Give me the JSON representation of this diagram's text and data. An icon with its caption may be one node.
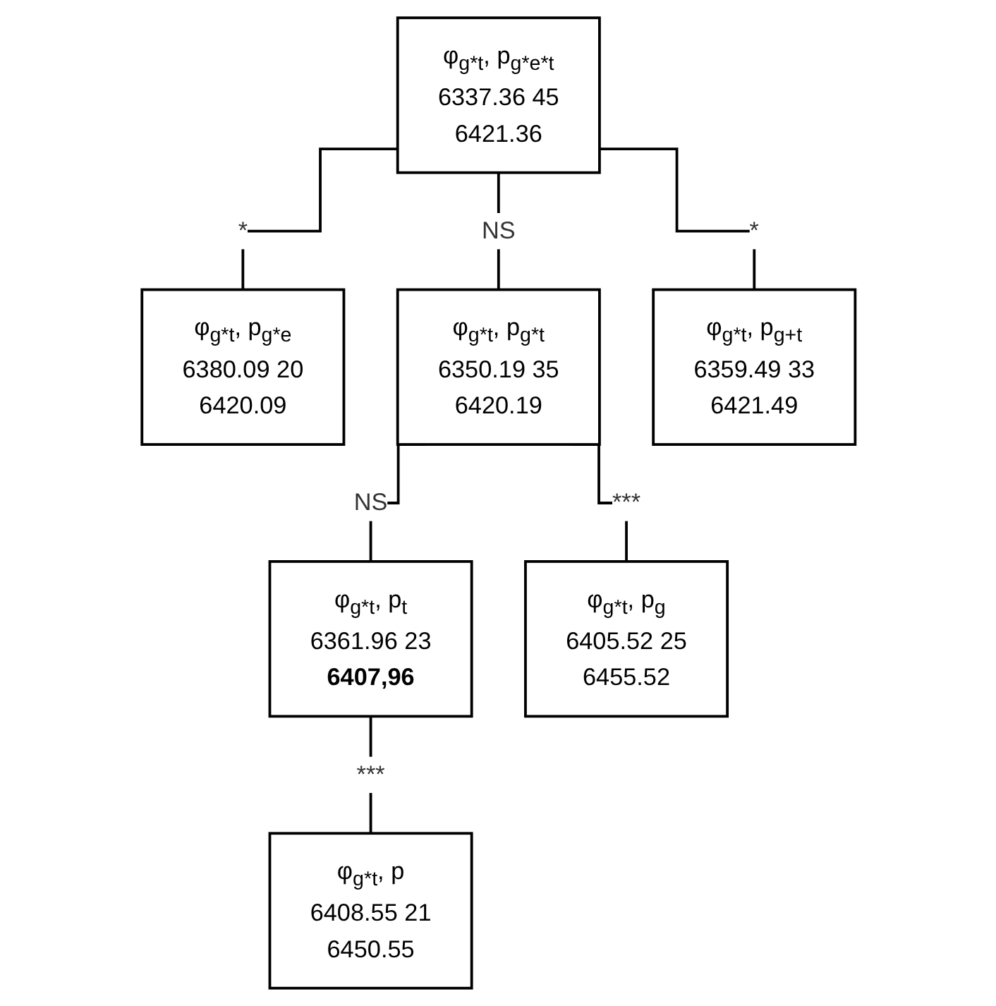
{
  "diagram": {
    "nodes": [
      {
        "text": [
          "φ$_{g*t}$, p$_{g*e*t}$",
          "6337.36 45",
          "6421.36"
        ]
      },
      {
        "text": [
          "φ$_{g*t}$, p$_{g*e}$",
          "6380.09 20",
          "6420.09"
        ]
      },
      {
        "text": [
          "φ$_{g*t}$, p$_{g*t}$",
          "6350.19 35",
          "6420.19"
        ]
      },
      {
        "text": [
          "φ$_{g*t}$, p$_{g+t}$",
          "6359.49 33",
          "6421.49"
        ]
      },
      {
        "text": [
          "φ$_{g*t}$, p$_{t}$",
          "6361.96 23",
          "6407,96"
        ]
      },
      {
        "text": [
          "φ$_{g*t}$, p$_{g}$",
          "6405.52 25",
          "6455.52"
        ]
      },
      {
        "text": [
          "φ$_{g*t}$, p",
          "6408.55 21",
          "6450.55"
        ]
      }
    ],
    "edges": [
      {
        "from": 0,
        "to": 1,
        "arrow": "none",
        "label": "*"
      },
      {
        "from": 0,
        "to": 2,
        "arrow": "none",
        "label": "NS"
      },
      {
        "from": 0,
        "to": 3,
        "arrow": "none",
        "label": "*"
      },
      {
        "from": 2,
        "to": 4,
        "arrow": "none",
        "label": "NS"
      },
      {
        "from": 2,
        "to": 5,
        "arrow": "none",
        "label": "***"
      },
      {
        "from": 4,
        "to": 6,
        "arrow": "none",
        "label": "***"
      }
    ]
  }
}
